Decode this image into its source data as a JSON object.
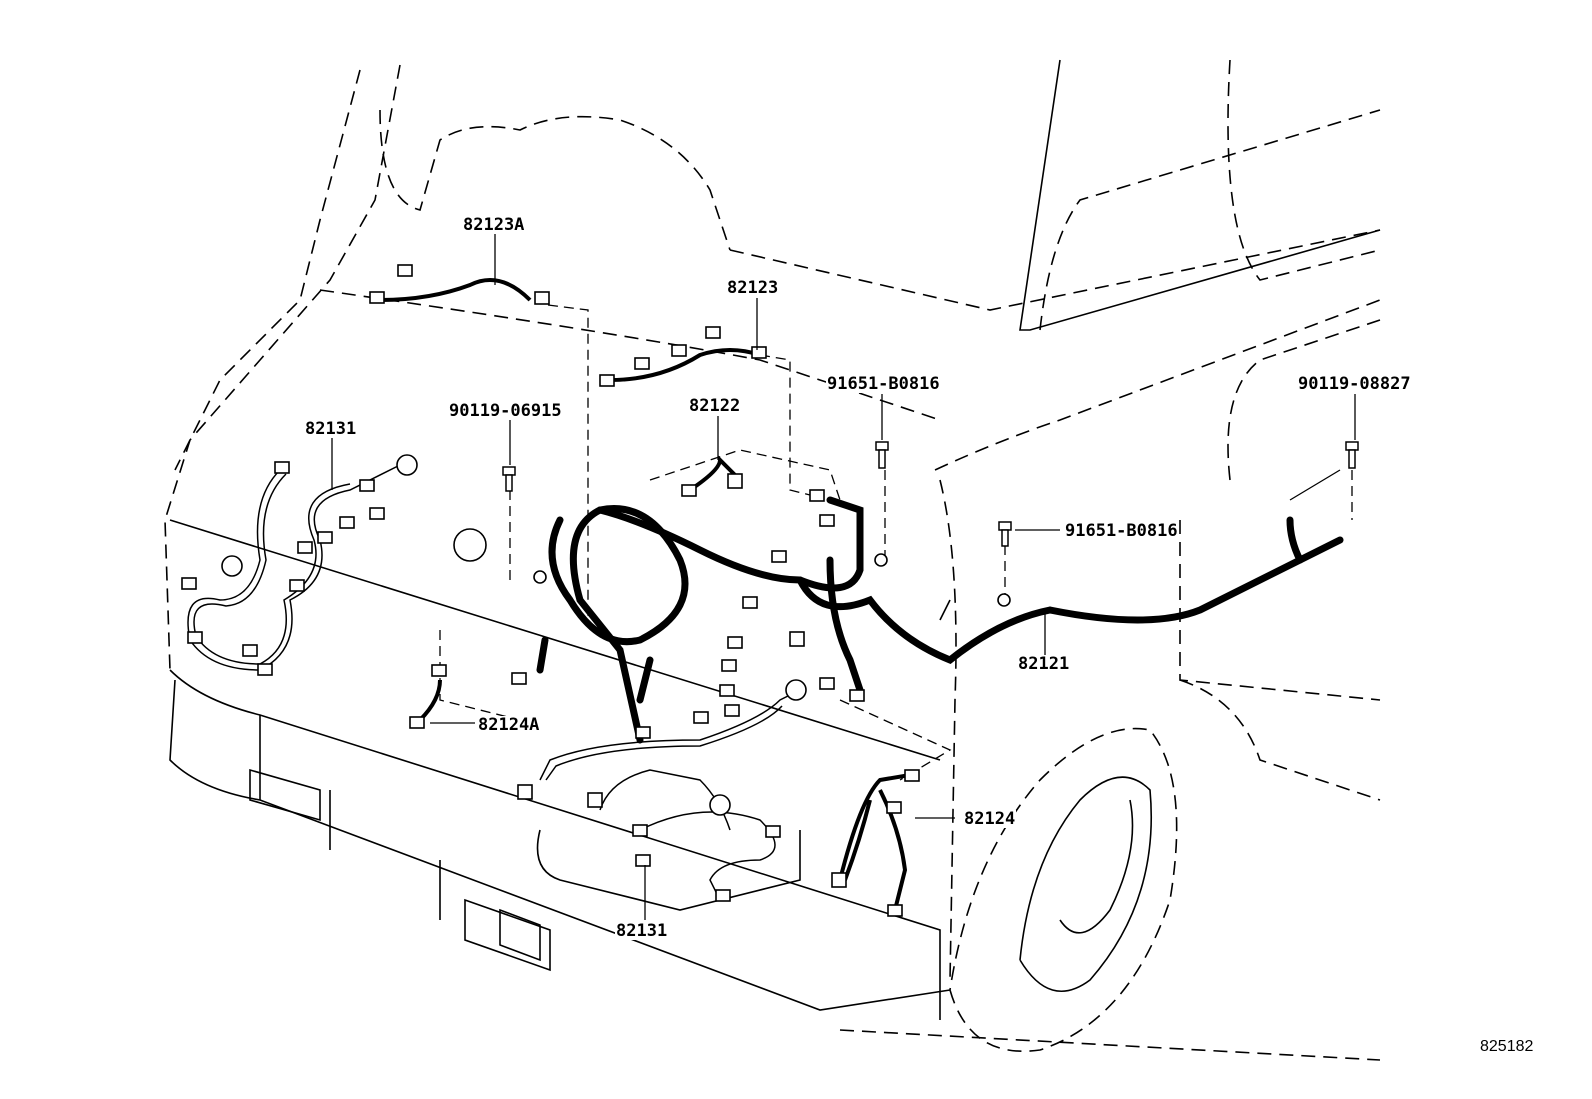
{
  "diagram": {
    "parts": {
      "p82123A": "82123A",
      "p82123": "82123",
      "p82122": "82122",
      "p91651_top": "91651-B0816",
      "p90119_08827": "90119-08827",
      "p82131_top": "82131",
      "p90119_06915": "90119-06915",
      "p91651_mid": "91651-B0816",
      "p82121": "82121",
      "p82124A": "82124A",
      "p82124": "82124",
      "p82131_bottom": "82131"
    },
    "figure_number": "825182",
    "colors": {
      "line": "#000000",
      "background": "#ffffff"
    }
  }
}
